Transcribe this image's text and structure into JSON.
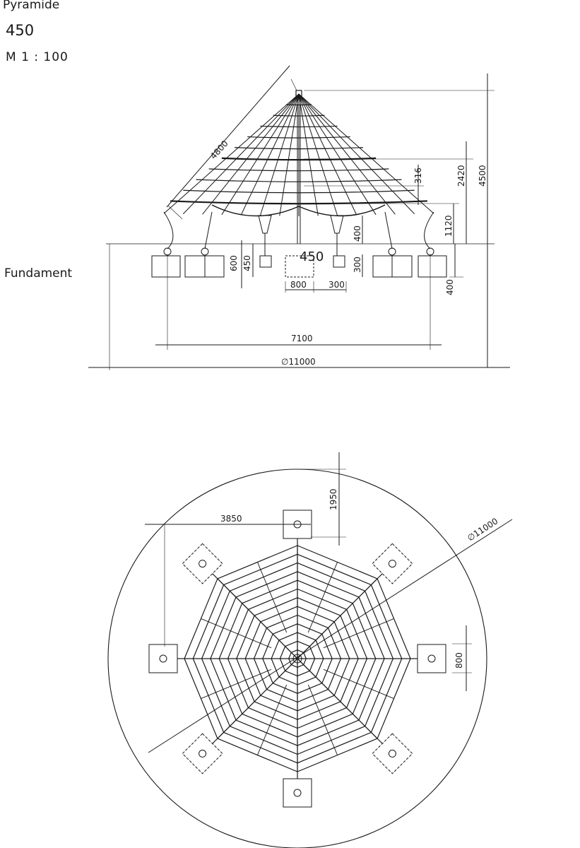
{
  "header": {
    "product_name": "Pyramide",
    "model_number": "450",
    "scale": "M 1 : 100"
  },
  "side_view": {
    "foundation_label": "Fundament",
    "center_label": "450",
    "dimensions": {
      "slant_length": "4800",
      "total_height": "4500",
      "ring_height": "2420",
      "ring_spacing": "316",
      "lower_height": "1120",
      "cone_height": "400",
      "foot_600": "600",
      "foot_450": "450",
      "foot_300_v": "300",
      "depth_400": "400",
      "offset_800": "800",
      "offset_300": "300",
      "anchor_span": "7100",
      "diameter": "∅11000"
    }
  },
  "top_view": {
    "dimensions": {
      "radius_offset": "3850",
      "top_offset": "1950",
      "diameter": "∅11000",
      "block_size": "800"
    }
  }
}
